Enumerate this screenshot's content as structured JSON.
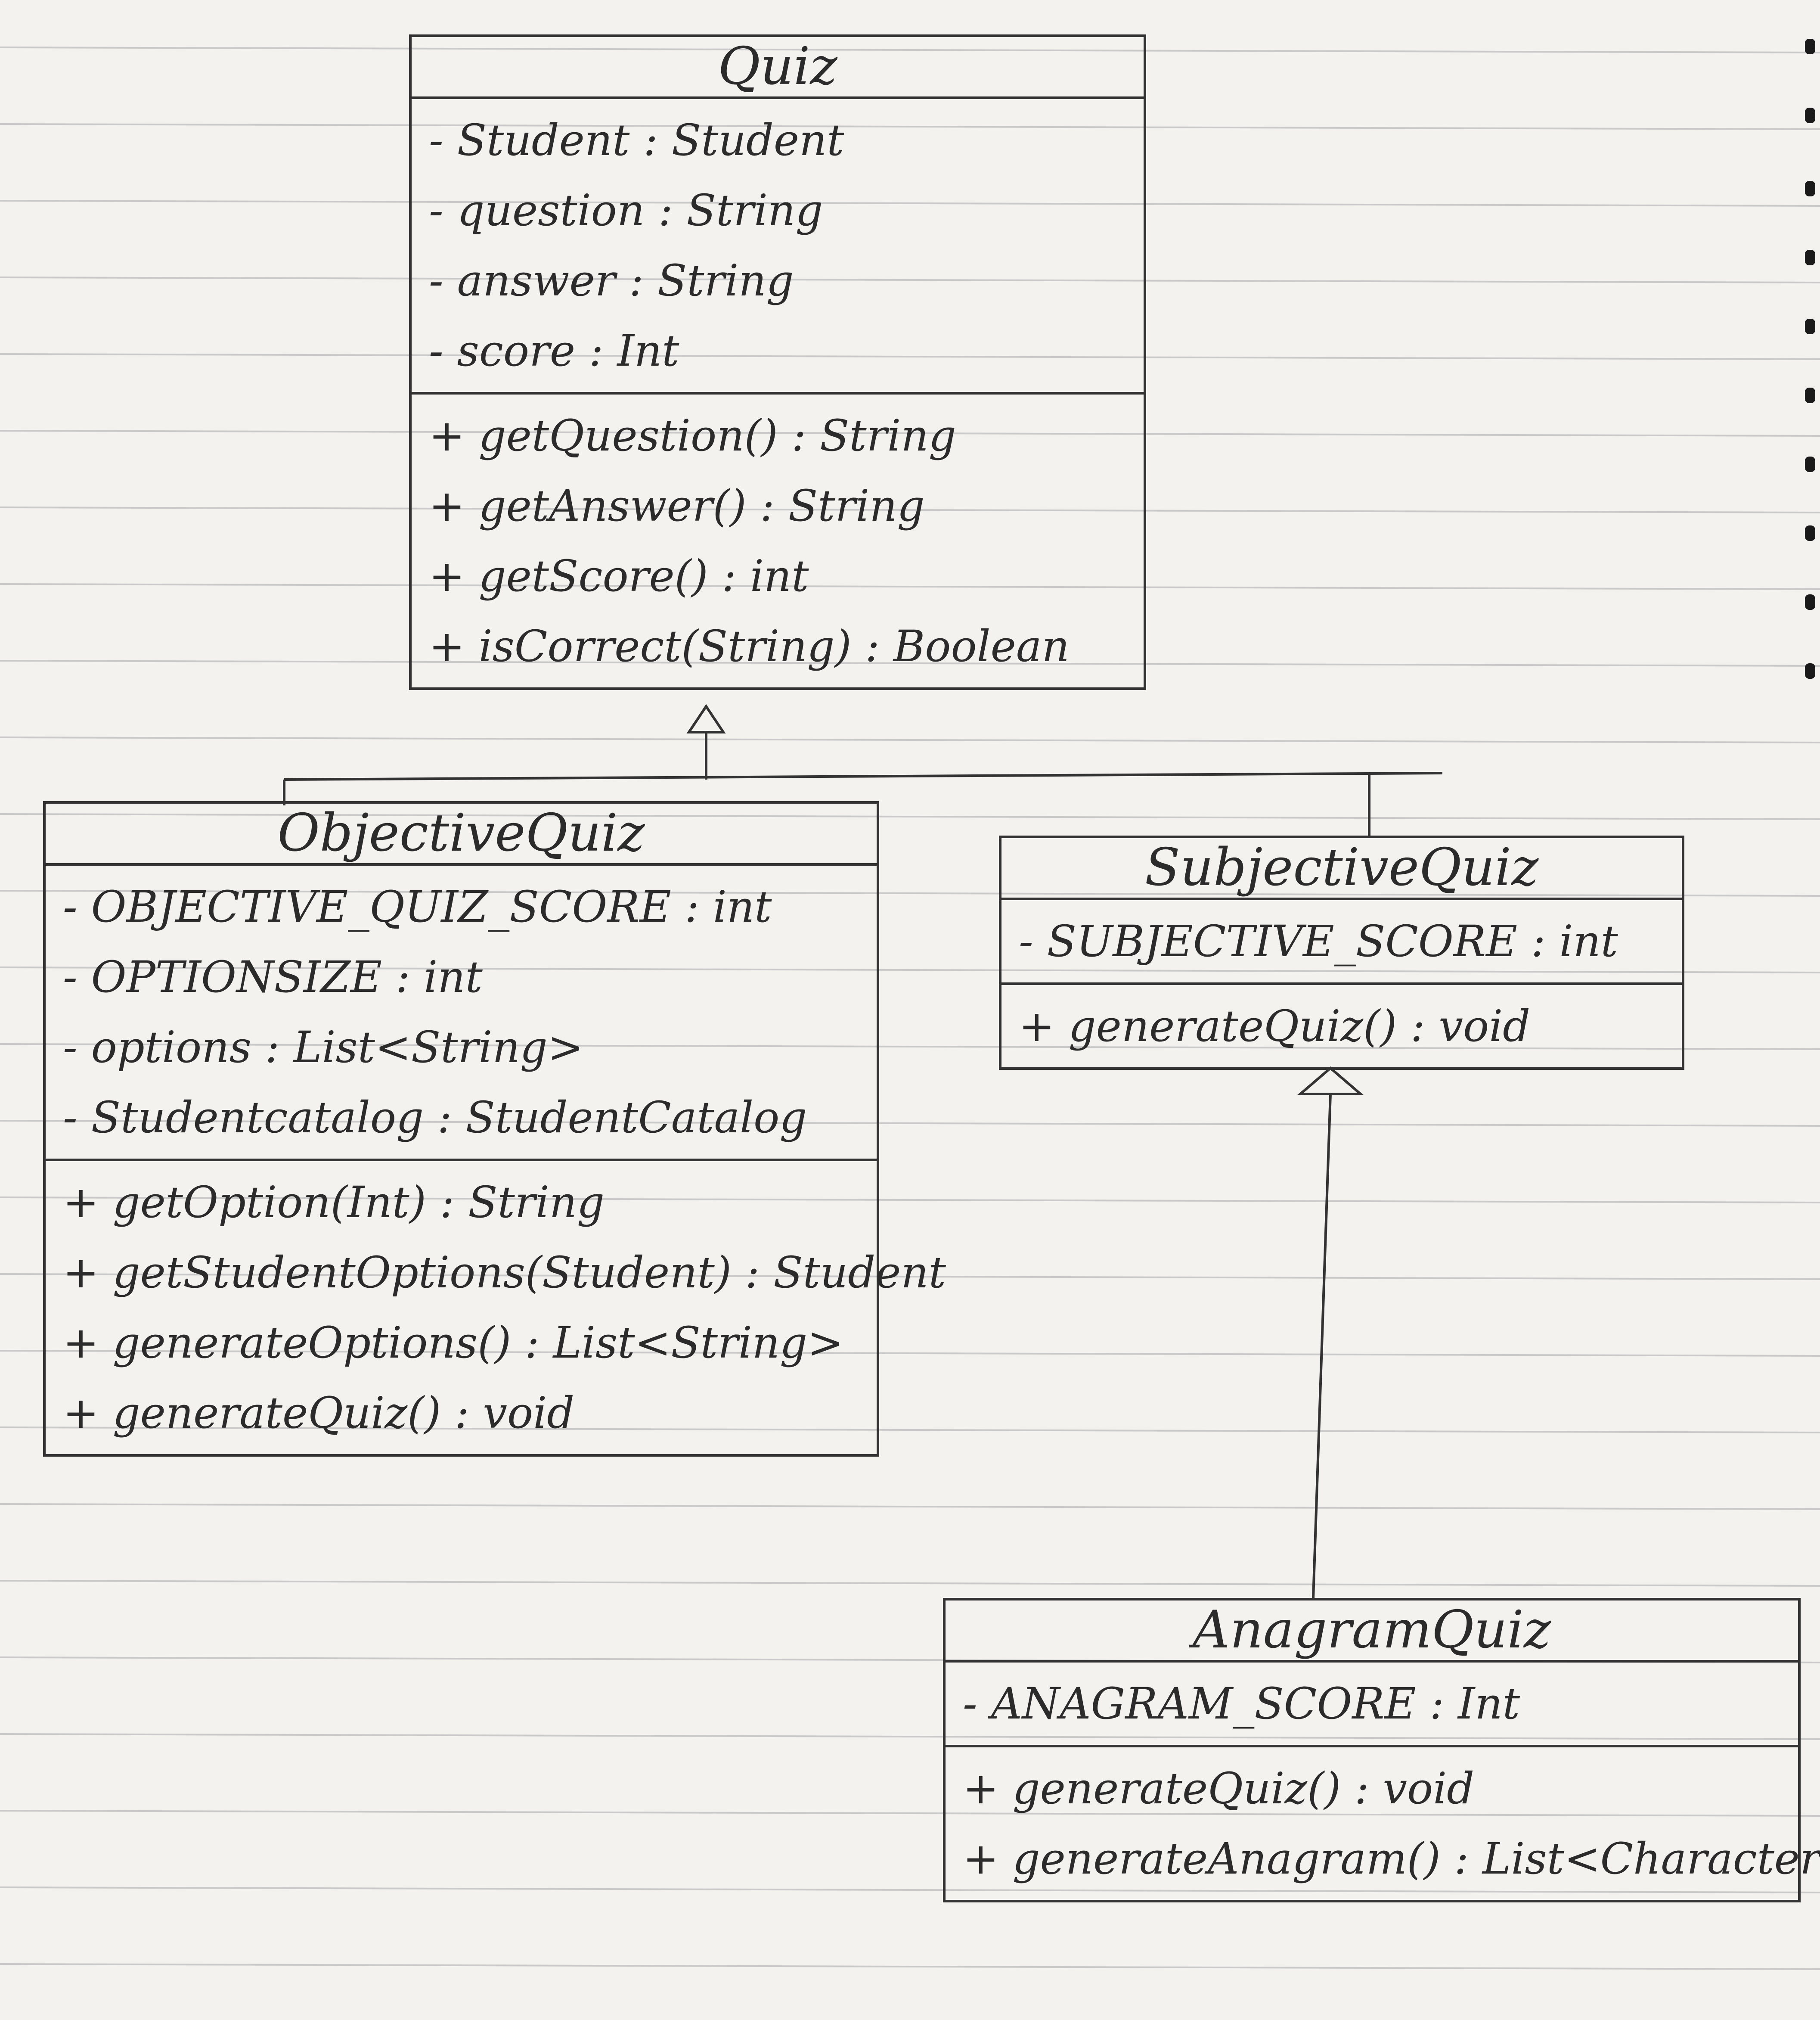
{
  "classes": {
    "quiz": {
      "name": "Quiz",
      "attributes": [
        "- Student : Student",
        "- question : String",
        "- answer : String",
        "- score : Int"
      ],
      "methods": [
        "+ getQuestion() : String",
        "+ getAnswer() : String",
        "+ getScore() : int",
        "+ isCorrect(String) : Boolean"
      ]
    },
    "objective_quiz": {
      "name": "ObjectiveQuiz",
      "attributes": [
        "- OBJECTIVE_QUIZ_SCORE : int",
        "- OPTIONSIZE : int",
        "- options : List<String>",
        "- Studentcatalog : StudentCatalog"
      ],
      "methods": [
        "+ getOption(Int) : String",
        "+ getStudentOptions(Student) : Student",
        "+ generateOptions() : List<String>",
        "+ generateQuiz() : void"
      ]
    },
    "subjective_quiz": {
      "name": "SubjectiveQuiz",
      "attributes": [
        "- SUBJECTIVE_SCORE : int"
      ],
      "methods": [
        "+ generateQuiz() : void"
      ]
    },
    "anagram_quiz": {
      "name": "AnagramQuiz",
      "attributes": [
        "- ANAGRAM_SCORE : Int"
      ],
      "methods": [
        "+ generateQuiz() : void",
        "+ generateAnagram() : List<Character>"
      ]
    }
  },
  "relations": [
    {
      "type": "generalization",
      "from": "ObjectiveQuiz",
      "to": "Quiz"
    },
    {
      "type": "generalization",
      "from": "SubjectiveQuiz",
      "to": "Quiz"
    },
    {
      "type": "generalization",
      "from": "AnagramQuiz",
      "to": "SubjectiveQuiz"
    }
  ]
}
